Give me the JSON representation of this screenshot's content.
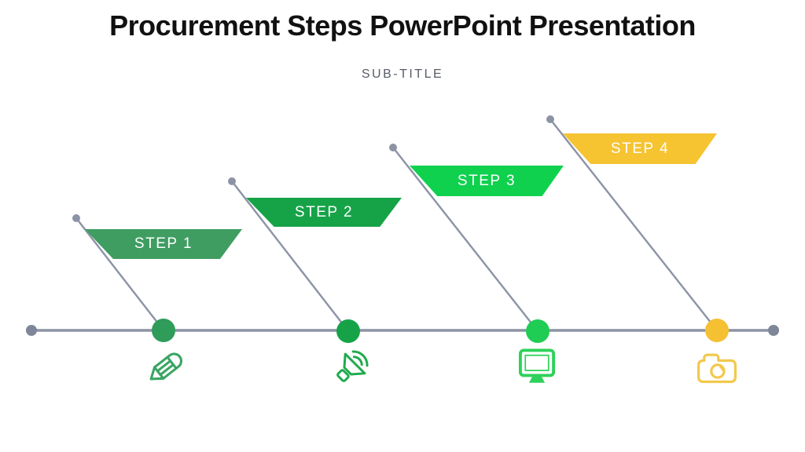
{
  "slide": {
    "title": "Procurement Steps PowerPoint Presentation",
    "subtitle": "SUB-TITLE",
    "background_color": "#ffffff",
    "title_color": "#111111",
    "subtitle_color": "#575c66"
  },
  "timeline": {
    "line_color": "#8b93a4",
    "endpoint_dot_color": "#7e8799",
    "connector_top_dot_color": "#8b93a4"
  },
  "steps": [
    {
      "label": "STEP 1",
      "label_color": "#ffffff",
      "banner_color": "#3f9d62",
      "dot_color": "#2f9c59",
      "icon": "pencil-icon",
      "icon_color": "#3aa563"
    },
    {
      "label": "STEP 2",
      "label_color": "#ffffff",
      "banner_color": "#16a348",
      "dot_color": "#16a348",
      "icon": "megaphone-icon",
      "icon_color": "#1fab4e"
    },
    {
      "label": "STEP 3",
      "label_color": "#ffffff",
      "banner_color": "#0fd14e",
      "dot_color": "#1fcd54",
      "icon": "monitor-icon",
      "icon_color": "#2ed15a"
    },
    {
      "label": "STEP 4",
      "label_color": "#ffffff",
      "banner_color": "#f6c331",
      "dot_color": "#f5c032",
      "icon": "camera-icon",
      "icon_color": "#f2c94c"
    }
  ]
}
